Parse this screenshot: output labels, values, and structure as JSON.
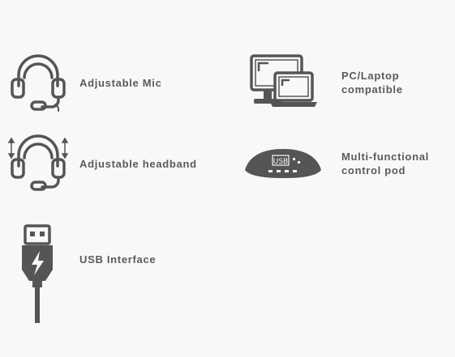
{
  "features": {
    "mic": {
      "label": "Adjustable Mic",
      "icon": "headset-with-adjustable-mic-icon"
    },
    "pc": {
      "label_line1": "PC/Laptop",
      "label_line2": "compatible",
      "icon": "desktop-and-laptop-icon"
    },
    "headband": {
      "label": "Adjustable headband",
      "icon": "headset-with-adjustable-headband-icon"
    },
    "pod": {
      "label_line1": "Multi-functional",
      "label_line2": "control pod",
      "icon": "control-pod-icon",
      "pod_text": "USB"
    },
    "usb": {
      "label": "USB Interface",
      "icon": "usb-plug-icon"
    }
  },
  "colors": {
    "background": "#f8f8f8",
    "icon_dark": "#555555",
    "label_text": "#5a5a5a"
  }
}
